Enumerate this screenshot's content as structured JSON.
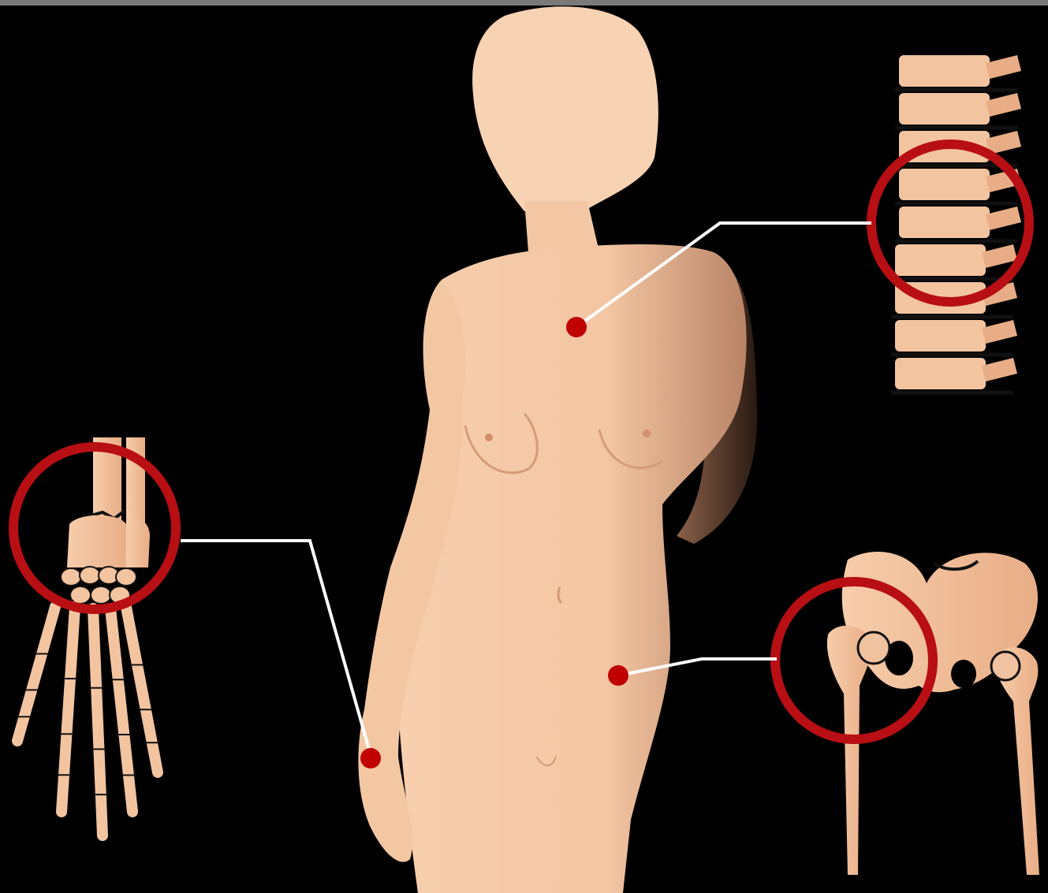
{
  "colors": {
    "background": "#000000",
    "skin": "#f5c9a6",
    "skin_shadow": "#d9a47f",
    "bone": "#f3c4a0",
    "bone_shade": "#e3a983",
    "fracture": "#111111",
    "marker": "#c00000",
    "highlight_ring": "#b70f14",
    "leader_line": "#ffffff",
    "top_bar": "#7a7a7a"
  },
  "figure": {
    "subject": "female-silhouette-front"
  },
  "callouts": [
    {
      "id": "spine",
      "marker_site": "chest",
      "detail": "vertebrae-fracture-icon"
    },
    {
      "id": "hip",
      "marker_site": "hip",
      "detail": "pelvis-hip-fracture-icon"
    },
    {
      "id": "wrist",
      "marker_site": "wrist",
      "detail": "wrist-hand-fracture-icon"
    }
  ]
}
